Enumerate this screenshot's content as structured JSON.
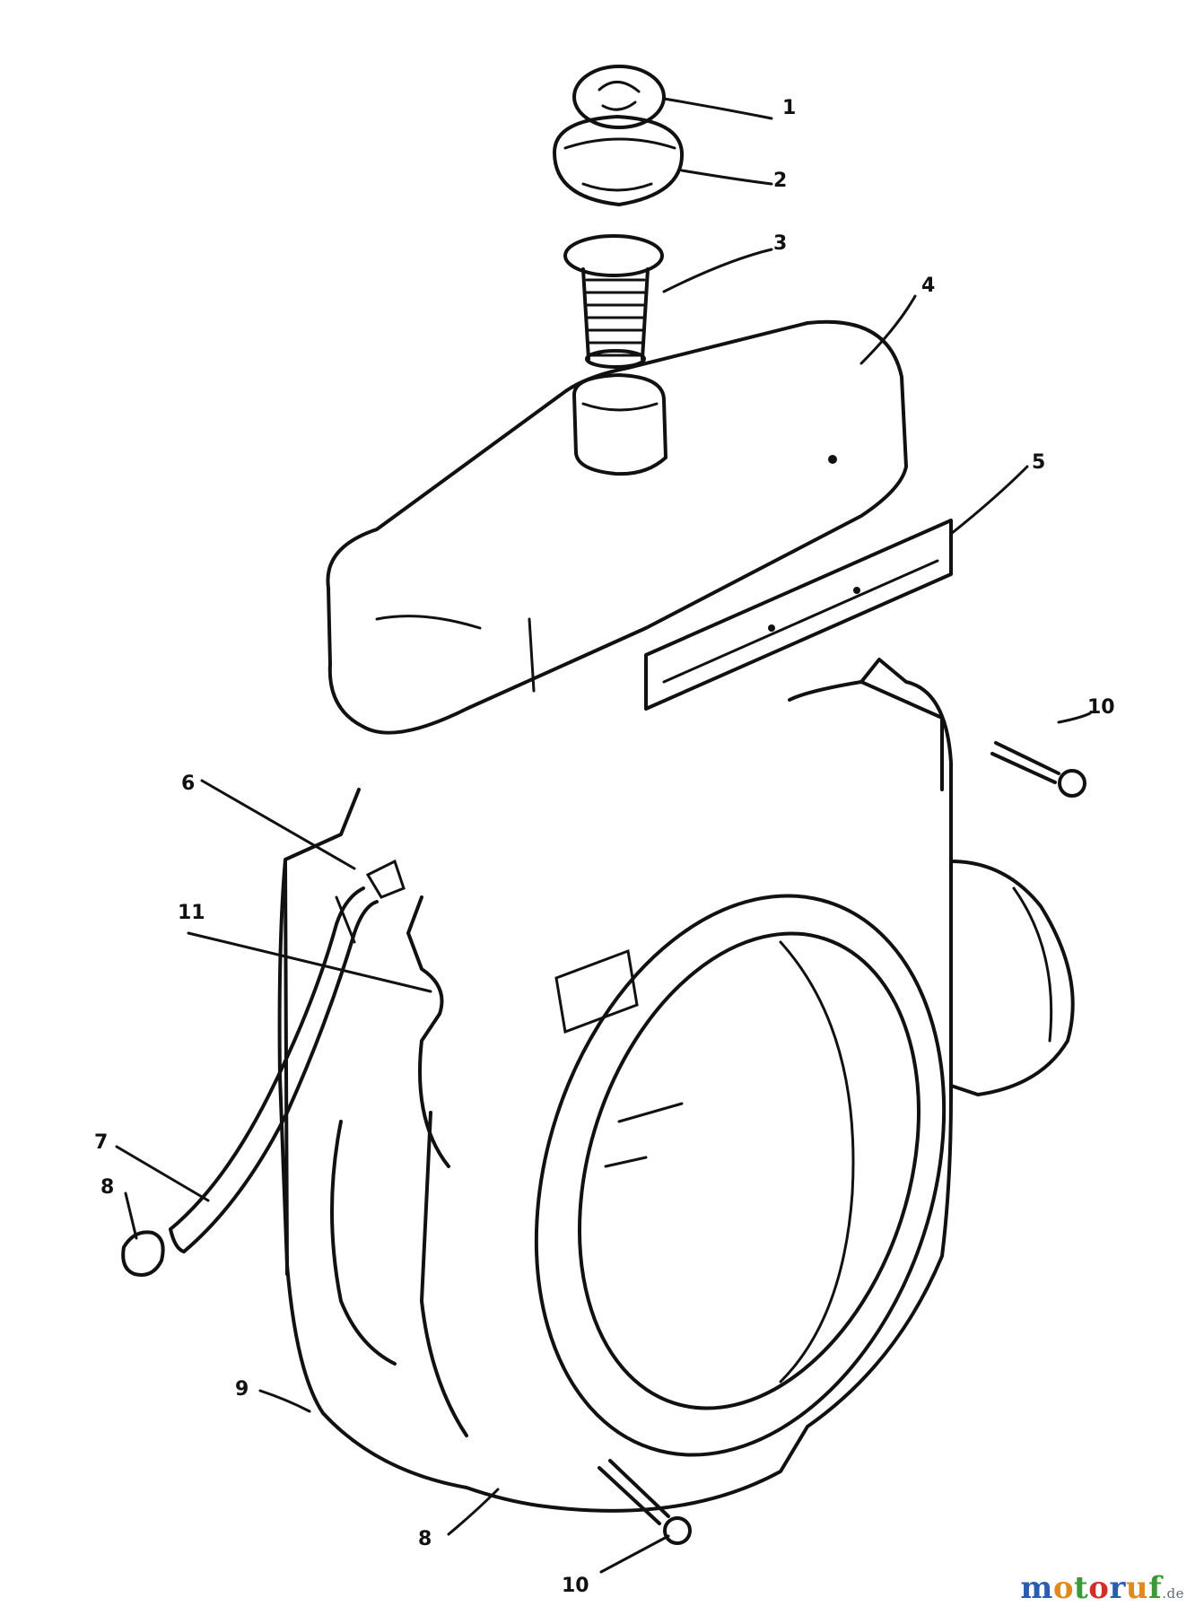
{
  "diagram": {
    "callouts": [
      {
        "id": "c1",
        "label": "1"
      },
      {
        "id": "c2",
        "label": "2"
      },
      {
        "id": "c3",
        "label": "3"
      },
      {
        "id": "c4",
        "label": "4"
      },
      {
        "id": "c5",
        "label": "5"
      },
      {
        "id": "c6",
        "label": "6"
      },
      {
        "id": "c7",
        "label": "7"
      },
      {
        "id": "c8a",
        "label": "8"
      },
      {
        "id": "c9",
        "label": "9"
      },
      {
        "id": "c10a",
        "label": "10"
      },
      {
        "id": "c11",
        "label": "11"
      },
      {
        "id": "c8b",
        "label": "8"
      },
      {
        "id": "c10b",
        "label": "10"
      }
    ]
  },
  "watermark": {
    "letters": [
      "m",
      "o",
      "t",
      "o",
      "r",
      "u",
      "f"
    ],
    "letter_colors": [
      "#2a5db0",
      "#e08a1e",
      "#3a9a3a",
      "#d0302a",
      "#2a5db0",
      "#e08a1e",
      "#3a9a3a"
    ],
    "tld": ".de"
  },
  "colors": {
    "ink": "#111111",
    "background": "#ffffff"
  }
}
